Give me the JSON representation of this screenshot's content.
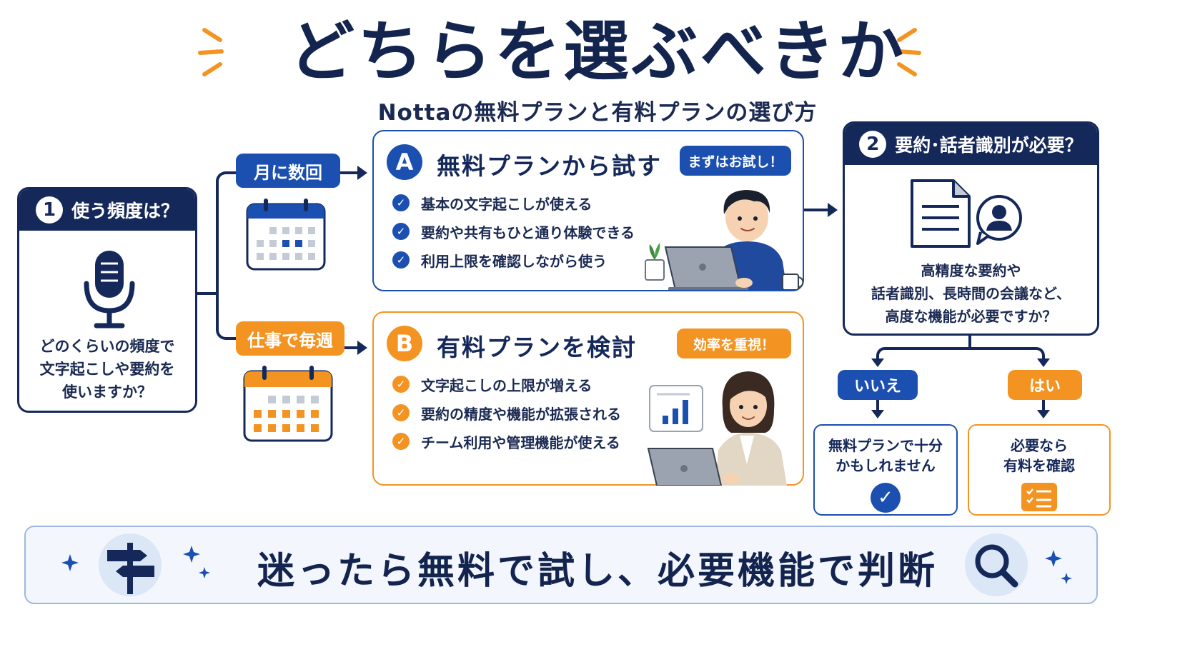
{
  "header": {
    "title": "どちらを選ぶべきか",
    "subtitle": "Nottaの無料プランと有料プランの選び方"
  },
  "step1": {
    "number": "1",
    "heading": "使う頻度は？",
    "question": [
      "どのくらいの頻度で",
      "文字起こしや要約を",
      "使いますか？"
    ],
    "icon": "microphone-icon"
  },
  "branches": {
    "monthly": "月に数回",
    "weekly": "仕事で毎週"
  },
  "plan_a": {
    "letter": "A",
    "title": "無料プランから試す",
    "badge": "まずはお試し！",
    "features": [
      "基本の文字起こしが使える",
      "要約や共有もひと通り体験できる",
      "利用上限を確認しながら使う"
    ]
  },
  "plan_b": {
    "letter": "B",
    "title": "有料プランを検討",
    "badge": "効率を重視！",
    "features": [
      "文字起こしの上限が増える",
      "要約の精度や機能が拡張される",
      "チーム利用や管理機能が使える"
    ]
  },
  "step2": {
    "number": "2",
    "heading": "要約･話者識別が必要？",
    "question": [
      "高精度な要約や",
      "話者識別、長時間の会議など、",
      "高度な機能が必要ですか？"
    ]
  },
  "answers": {
    "no": "いいえ",
    "yes": "はい"
  },
  "results": {
    "no_result": [
      "無料プランで十分",
      "かもしれません"
    ],
    "yes_result": [
      "必要なら",
      "有料を確認"
    ]
  },
  "banner": {
    "text": "迷ったら無料で試し、必要機能で判断"
  },
  "colors": {
    "navy": "#14285a",
    "blue": "#1b4fb0",
    "orange": "#f39422"
  }
}
